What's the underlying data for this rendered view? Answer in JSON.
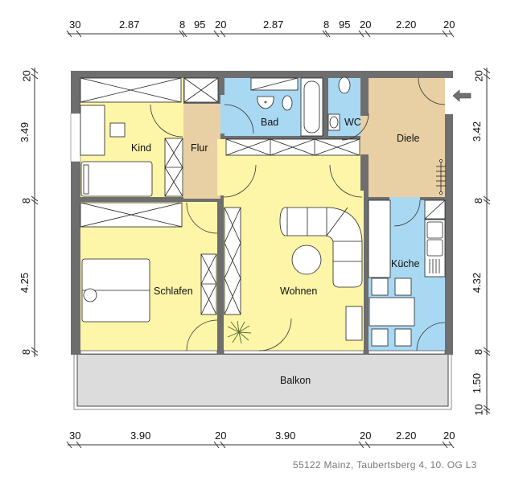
{
  "plan": {
    "colors": {
      "wall": "#6e6e6e",
      "living": "#fdf5a8",
      "wet": "#a9d8f3",
      "hall": "#e8cfa4",
      "balcony": "#dcdcdc",
      "furniture": "#ffffff",
      "line": "#222222"
    },
    "rooms": [
      {
        "id": "kind",
        "label": "Kind"
      },
      {
        "id": "flur",
        "label": "Flur"
      },
      {
        "id": "bad",
        "label": "Bad"
      },
      {
        "id": "wc",
        "label": "WC"
      },
      {
        "id": "diele",
        "label": "Diele"
      },
      {
        "id": "schlafen",
        "label": "Schlafen"
      },
      {
        "id": "wohnen",
        "label": "Wohnen"
      },
      {
        "id": "kueche",
        "label": "Küche"
      },
      {
        "id": "balkon",
        "label": "Balkon"
      }
    ]
  },
  "dimensions": {
    "top": [
      "30",
      "2.87",
      "8",
      "95",
      "20",
      "2.87",
      "8",
      "95",
      "20",
      "2.20",
      "20"
    ],
    "bottom": [
      "30",
      "3.90",
      "20",
      "3.90",
      "20",
      "2.20",
      "20"
    ],
    "left": [
      "20",
      "3.49",
      "8",
      "4.25",
      "8"
    ],
    "right": [
      "20",
      "3.42",
      "8",
      "4.32",
      "8",
      "1.50",
      "10"
    ]
  },
  "caption": "55122 Mainz, Taubertsberg 4, 10. OG L3",
  "entrance_icon": "arrow-left-icon"
}
